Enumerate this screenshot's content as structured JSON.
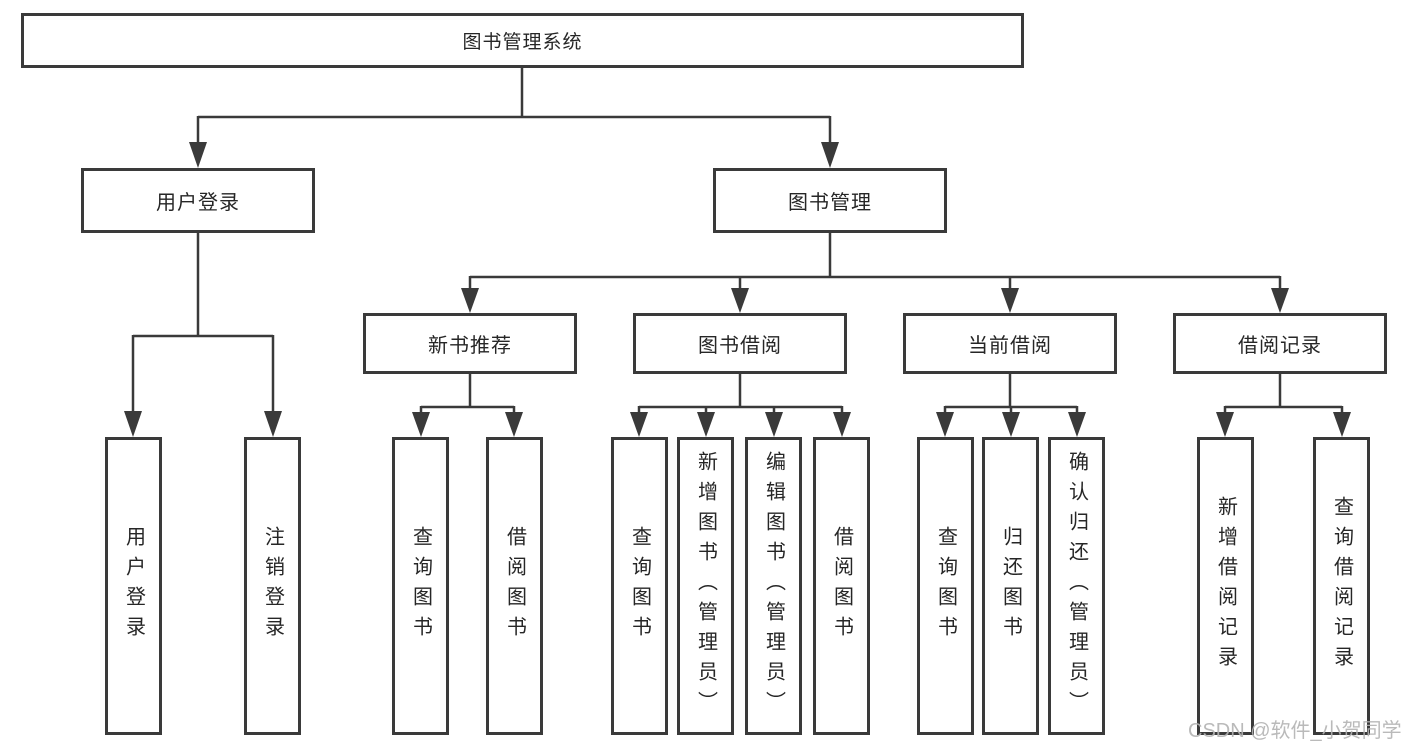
{
  "colors": {
    "line": "#3a3a3a",
    "text": "#262626",
    "watermark": "#b3b3b3",
    "background": "#ffffff"
  },
  "watermark": "CSDN @软件_小贺同学",
  "diagram": {
    "type": "tree",
    "root": {
      "label": "图书管理系统",
      "children": [
        {
          "label": "用户登录",
          "children": [
            {
              "label": "用户登录"
            },
            {
              "label": "注销登录"
            }
          ]
        },
        {
          "label": "图书管理",
          "children": [
            {
              "label": "新书推荐",
              "children": [
                {
                  "label": "查询图书"
                },
                {
                  "label": "借阅图书"
                }
              ]
            },
            {
              "label": "图书借阅",
              "children": [
                {
                  "label": "查询图书"
                },
                {
                  "label": "新增图书（管理员）"
                },
                {
                  "label": "编辑图书（管理员）"
                },
                {
                  "label": "借阅图书"
                }
              ]
            },
            {
              "label": "当前借阅",
              "children": [
                {
                  "label": "查询图书"
                },
                {
                  "label": "归还图书"
                },
                {
                  "label": "确认归还（管理员）"
                }
              ]
            },
            {
              "label": "借阅记录",
              "children": [
                {
                  "label": "新增借阅记录"
                },
                {
                  "label": "查询借阅记录"
                }
              ]
            }
          ]
        }
      ]
    }
  }
}
